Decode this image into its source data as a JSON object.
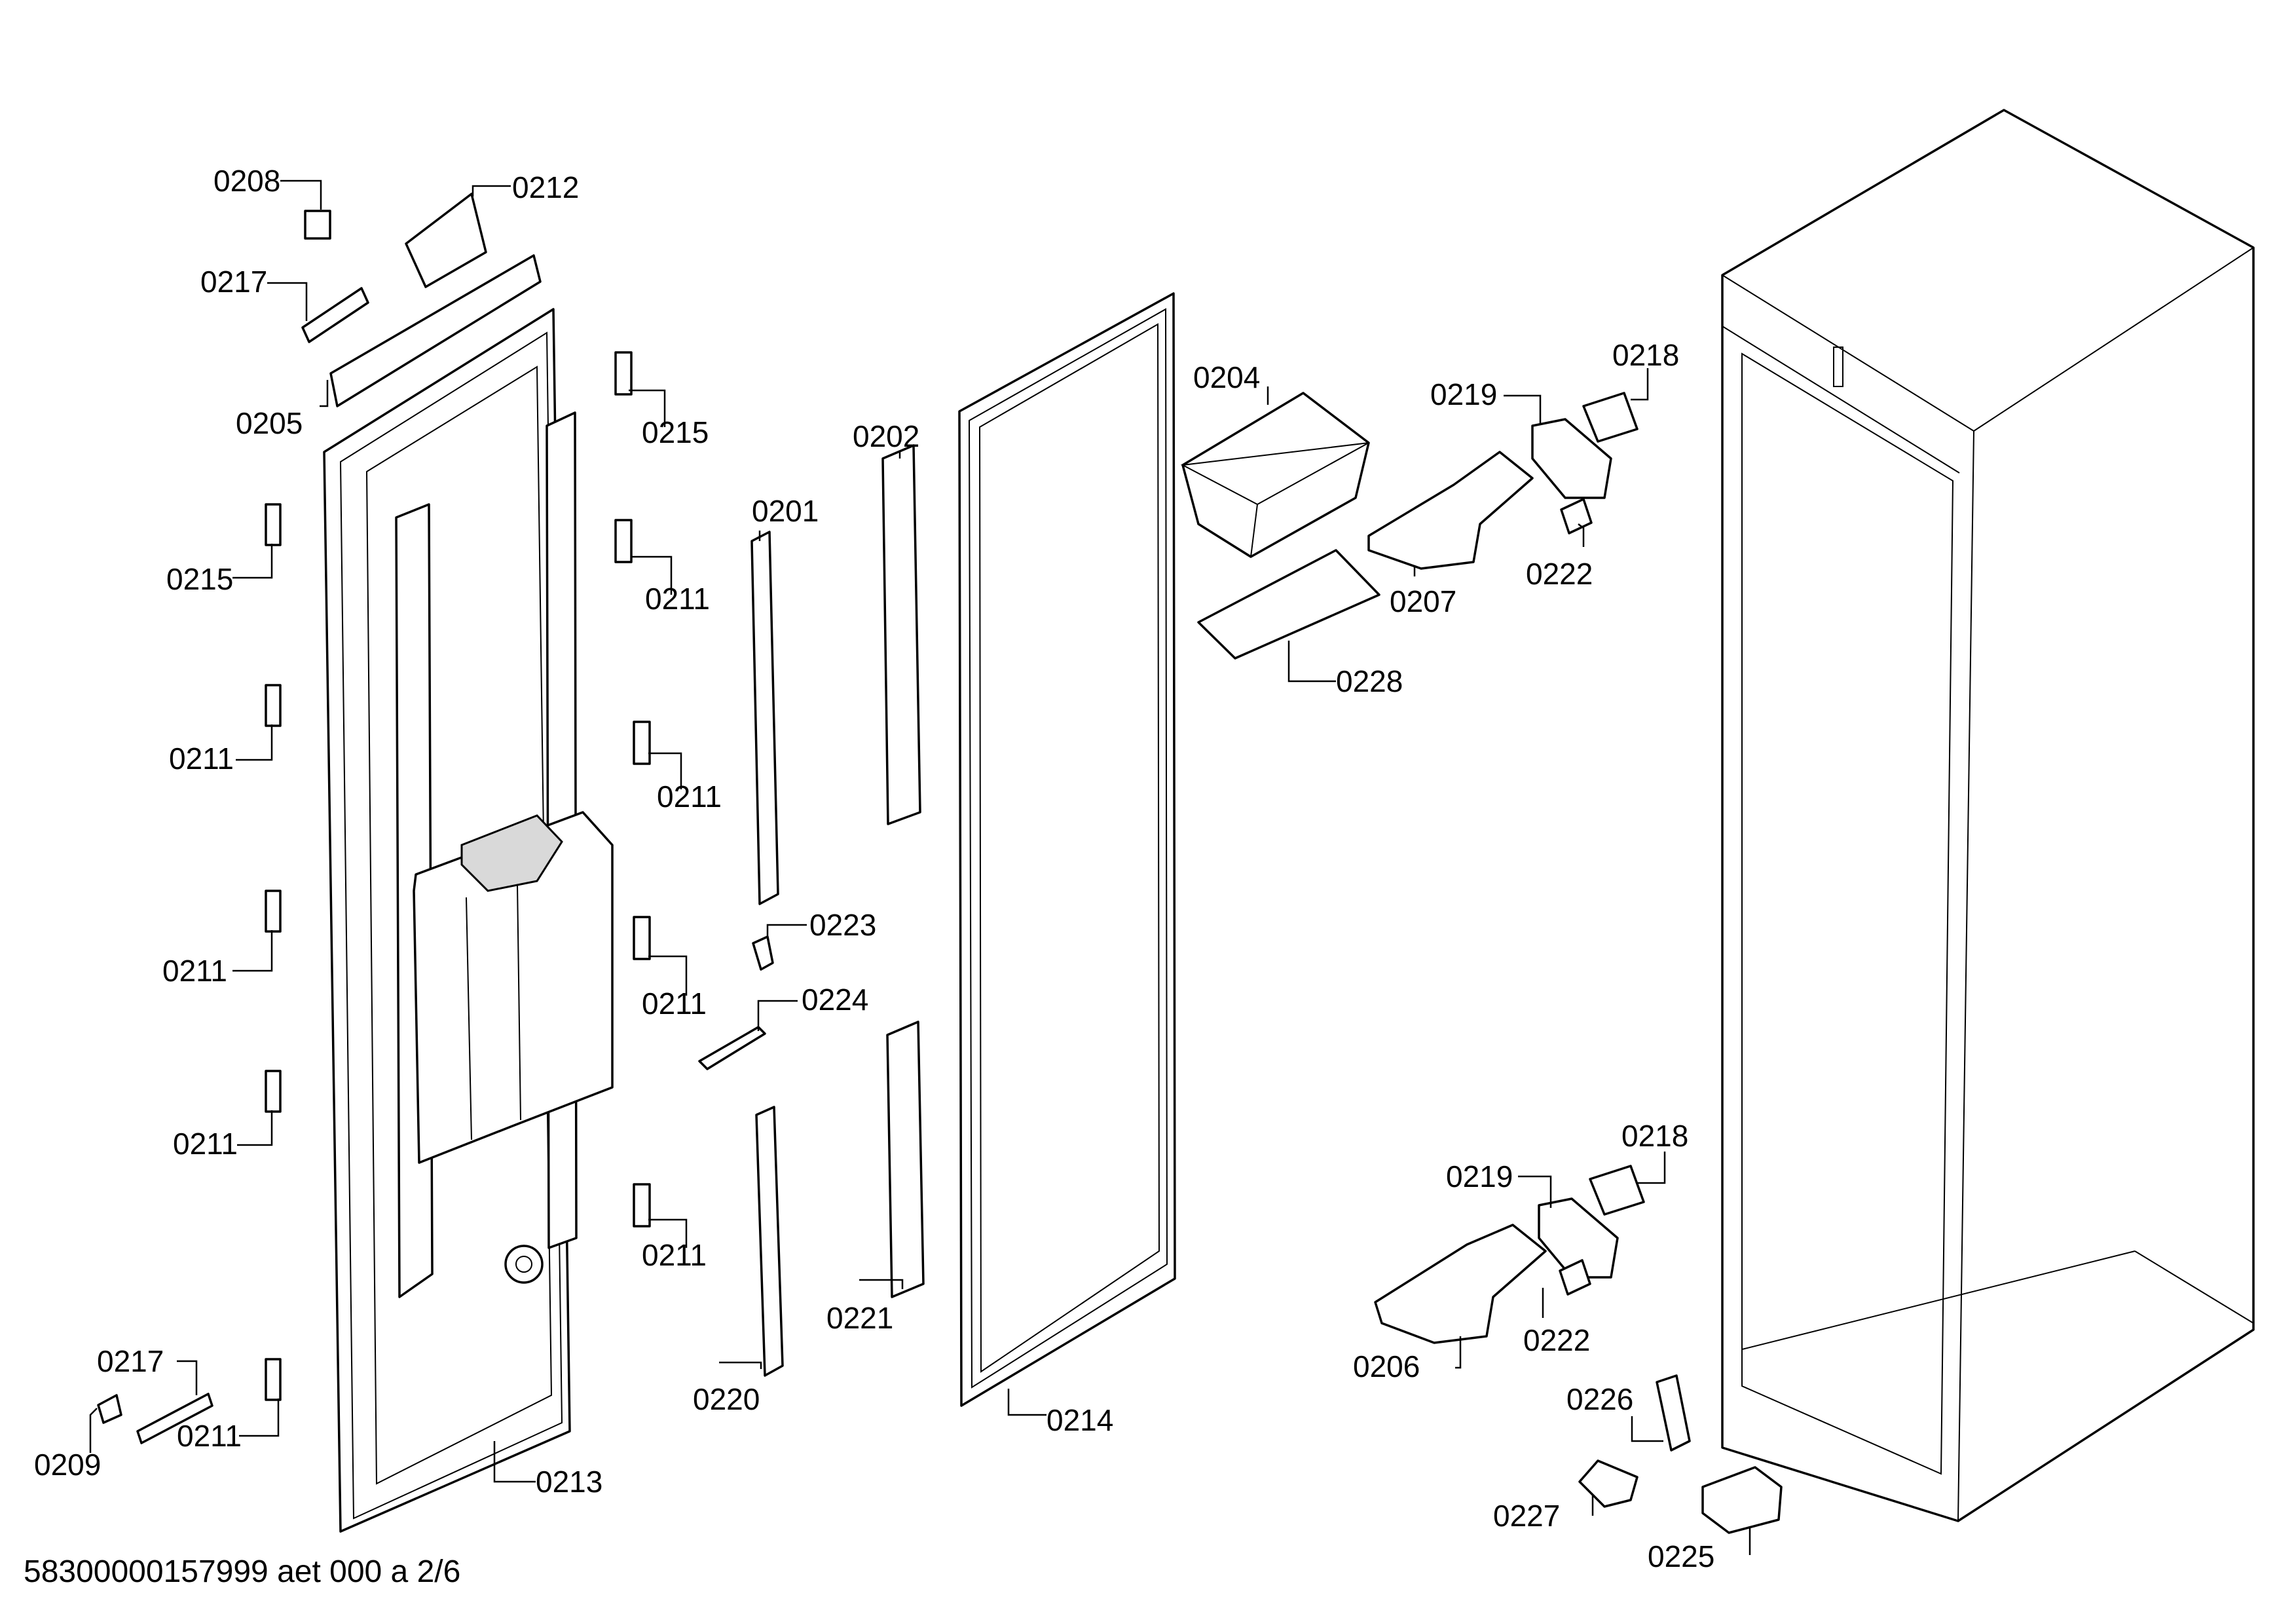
{
  "drawing_id": "58300000157999 aet 000 a 2/6",
  "callouts": {
    "c0208": "0208",
    "c0212": "0212",
    "c0217a": "0217",
    "c0205": "0205",
    "c0215a": "0215",
    "c0215b": "0215",
    "c0211a": "0211",
    "c0211b": "0211",
    "c0211c": "0211",
    "c0211d": "0211",
    "c0211e": "0211",
    "c0211f": "0211",
    "c0211g": "0211",
    "c0211h": "0211",
    "c0217b": "0217",
    "c0209": "0209",
    "c0213": "0213",
    "c0201": "0201",
    "c0202": "0202",
    "c0223": "0223",
    "c0224": "0224",
    "c0220": "0220",
    "c0221": "0221",
    "c0214": "0214",
    "c0204": "0204",
    "c0228": "0228",
    "c0207": "0207",
    "c0219a": "0219",
    "c0218a": "0218",
    "c0222a": "0222",
    "c0219b": "0219",
    "c0218b": "0218",
    "c0222b": "0222",
    "c0206": "0206",
    "c0226": "0226",
    "c0227": "0227",
    "c0225": "0225"
  }
}
